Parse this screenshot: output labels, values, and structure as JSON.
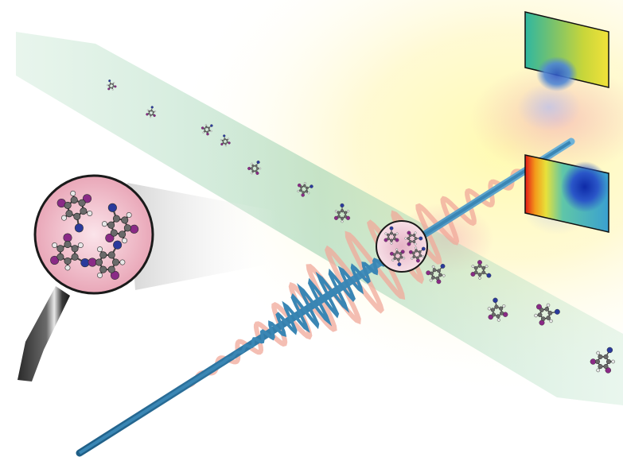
{
  "illustration": {
    "elements": {
      "molecule_beam": "molecule-beam",
      "laser_beam": "laser-beam",
      "pulse_wave_envelope": "pulse-wave",
      "interaction_region": "interaction-zone",
      "magnifier": "magnifying-glass-icon",
      "detector_upper": "detector-panel",
      "detector_lower": "detector-panel",
      "glow": "background-glow"
    },
    "colors": {
      "molecule_beam": "#9fd4b2",
      "laser": "#3a86b4",
      "pulse_wave": "#f0a89a",
      "magnifier_fill": "#f4c8d4",
      "carbon_atom": "#6a6a6a",
      "iodine_atom": "#8a2a86",
      "nitrogen_atom": "#2a3a9c",
      "hydrogen_atom": "#e8e8e8",
      "background_glow": "#fffcb0"
    }
  }
}
